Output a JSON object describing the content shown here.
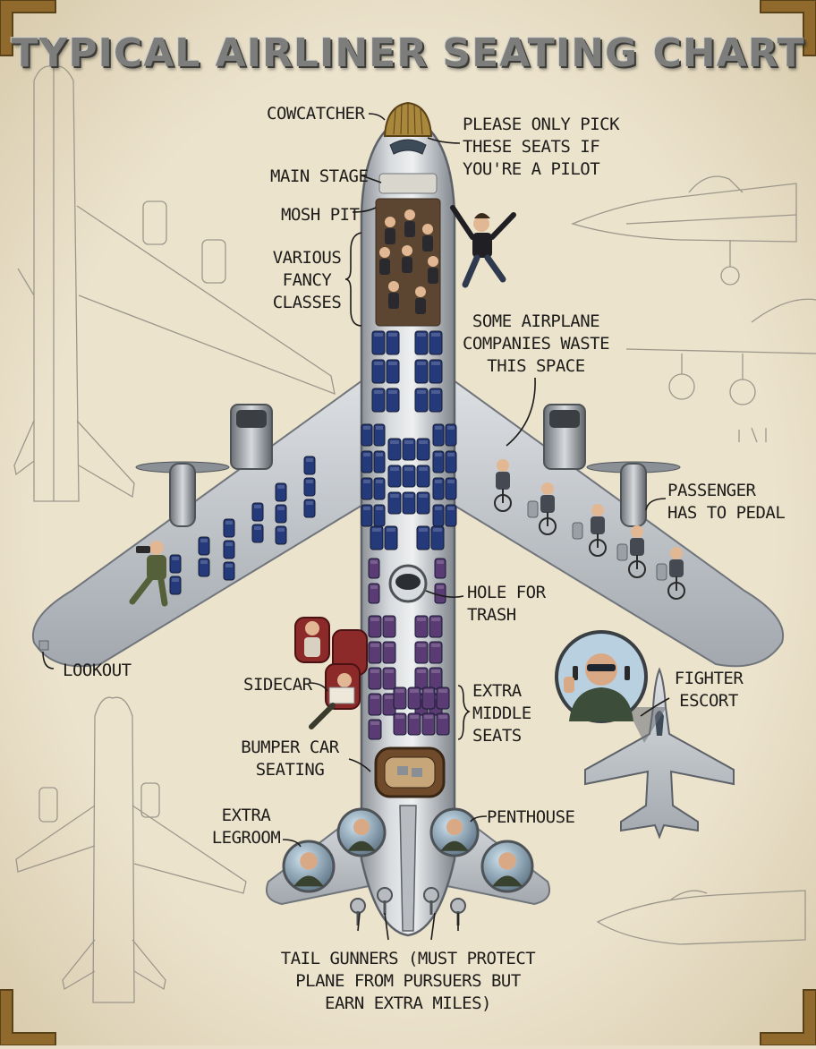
{
  "title": "TYPICAL AIRLINER SEATING CHART",
  "labels": {
    "cowcatcher": "COWCATCHER",
    "pilot_seats": "PLEASE ONLY PICK\nTHESE SEATS IF\nYOU'RE A PILOT",
    "main_stage": "MAIN STAGE",
    "mosh_pit": "MOSH PIT",
    "fancy_classes": "VARIOUS\nFANCY\nCLASSES",
    "waste_space": "SOME AIRPLANE\nCOMPANIES WASTE\nTHIS SPACE",
    "pedal": "PASSENGER\nHAS TO PEDAL",
    "trash": "HOLE FOR\nTRASH",
    "lookout": "LOOKOUT",
    "sidecar": "SIDECAR",
    "extra_middle": "EXTRA\nMIDDLE\nSEATS",
    "fighter_escort": "FIGHTER\nESCORT",
    "bumper_car": "BUMPER CAR\nSEATING",
    "extra_legroom": "EXTRA\nLEGROOM",
    "penthouse": "PENTHOUSE",
    "tail_gunners": "TAIL GUNNERS (MUST PROTECT\nPLANE FROM PURSUERS BUT\nEARN EXTRA MILES)"
  },
  "colors": {
    "background": "#e9dfc9",
    "fuselage": "#c9ccd0",
    "fuselage_dark": "#8d9298",
    "seat_blue": "#243a7a",
    "seat_purple": "#5b3b73",
    "mosh_floor": "#5c4632",
    "sketch": "#9d978b",
    "brass": "#8f6a2c",
    "leader": "#1d1c1a"
  }
}
